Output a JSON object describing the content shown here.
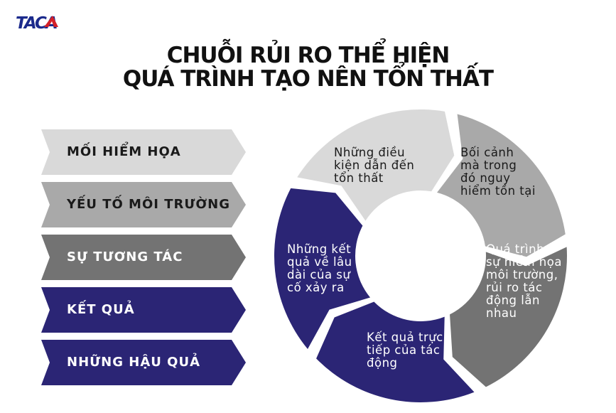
{
  "logo": {
    "text": "TACA",
    "colors": {
      "primary": "#1b2a8c",
      "accent": "#d42028"
    }
  },
  "title": {
    "line1": "CHUỖI RỦI RO THỂ HIỆN",
    "line2": "QUÁ TRÌNH TẠO NÊN TỔN THẤT"
  },
  "steps": [
    {
      "label": "MỐI HIỂM HỌA",
      "color": "#d9d9d9",
      "text_color": "#1a1a1a"
    },
    {
      "label": "YẾU TỐ MÔI TRƯỜNG",
      "color": "#a9a9a9",
      "text_color": "#1a1a1a"
    },
    {
      "label": "SỰ TƯƠNG TÁC",
      "color": "#737373",
      "text_color": "#ffffff"
    },
    {
      "label": "KẾT QUẢ",
      "color": "#2b2575",
      "text_color": "#ffffff"
    },
    {
      "label": "NHỮNG HẬU QUẢ",
      "color": "#2b2575",
      "text_color": "#ffffff"
    }
  ],
  "cycle": [
    {
      "text": "Những điều\nkiện dẫn đến\ntổn thất",
      "color": "#d9d9d9",
      "text_color": "#1a1a1a"
    },
    {
      "text": "Bối cảnh\nmà trong\nđó nguy\nhiểm tồn tại",
      "color": "#a9a9a9",
      "text_color": "#1a1a1a"
    },
    {
      "text": "Quá trình\nsự hiểm họa\nmôi trường,\nrủi ro tác\nđộng lẫn\nnhau",
      "color": "#737373",
      "text_color": "#ffffff"
    },
    {
      "text": "Kết quả trực\ntiếp của tác\nđộng",
      "color": "#2b2575",
      "text_color": "#ffffff"
    },
    {
      "text": "Những kết\nquả về lâu\ndài của sự\ncố xảy ra",
      "color": "#2b2575",
      "text_color": "#ffffff"
    }
  ]
}
